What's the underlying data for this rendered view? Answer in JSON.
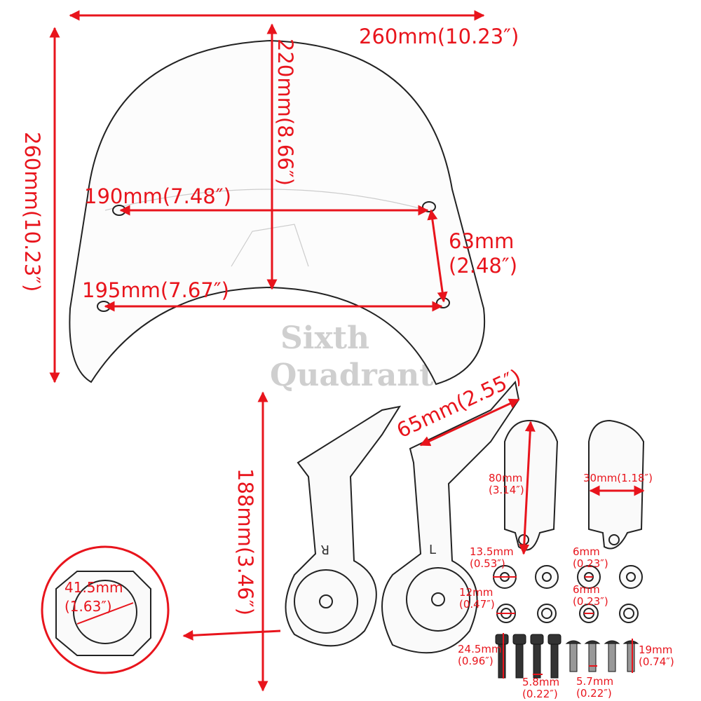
{
  "brand": {
    "watermark_line1": "Sixth",
    "watermark_line2": "Quadrant"
  },
  "colors": {
    "dimension": "#e8141c",
    "outline": "#222222",
    "watermark": "#cfcfcf"
  },
  "windscreen": {
    "width": "260mm(10.23″)",
    "height": "260mm(10.23″)",
    "center_height": "220mm(8.66″)",
    "upper_holes": "190mm(7.48″)",
    "lower_holes": "195mm(7.67″)",
    "hole_spacing_mm": "63mm",
    "hole_spacing_in": "(2.48″)"
  },
  "brackets": {
    "height": "188mm(3.46″)",
    "arm_length": "65mm(2.55″)",
    "left_mark": "R",
    "right_mark": "L"
  },
  "clamp": {
    "diameter_mm": "41.5mm",
    "diameter_in": "(1.63″)"
  },
  "hardware": {
    "clamp_length_mm": "80mm",
    "clamp_length_in": "(3.14″)",
    "clamp_width": "30mm(1.18″)",
    "washer_outer_mm": "13.5mm",
    "washer_outer_in": "(0.53″)",
    "washer_inner_mm": "6mm",
    "washer_inner_in": "(0.23″)",
    "spacer_outer_mm": "12mm",
    "spacer_outer_in": "(0.47″)",
    "spacer_inner_mm": "6mm",
    "spacer_inner_in": "(0.23″)",
    "long_bolt_mm": "24.5mm",
    "long_bolt_in": "(0.96″)",
    "long_bolt_dia_mm": "5.8mm",
    "long_bolt_dia_in": "(0.22″)",
    "short_bolt_dia_mm": "5.7mm",
    "short_bolt_dia_in": "(0.22″)",
    "short_bolt_mm": "19mm",
    "short_bolt_in": "(0.74″)"
  }
}
